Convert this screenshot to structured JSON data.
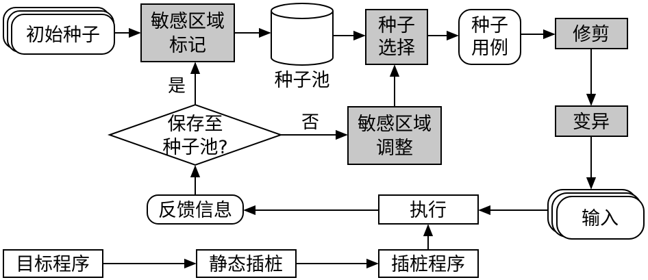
{
  "nodes": {
    "initial_seeds": "初始种子",
    "mark_line1": "敏感区域",
    "mark_line2": "标记",
    "seed_pool": "种子池",
    "select_line1": "种子",
    "select_line2": "选择",
    "case_line1": "种子",
    "case_line2": "用例",
    "prune": "修剪",
    "mutate": "变异",
    "input": "输入",
    "save_line1": "保存至",
    "save_line2": "种子池?",
    "adjust_line1": "敏感区域",
    "adjust_line2": "调整",
    "feedback": "反馈信息",
    "execute": "执行",
    "target": "目标程序",
    "static_instr": "静态插桩",
    "instr_program": "插桩程序"
  },
  "edges": {
    "yes": "是",
    "no": "否"
  }
}
